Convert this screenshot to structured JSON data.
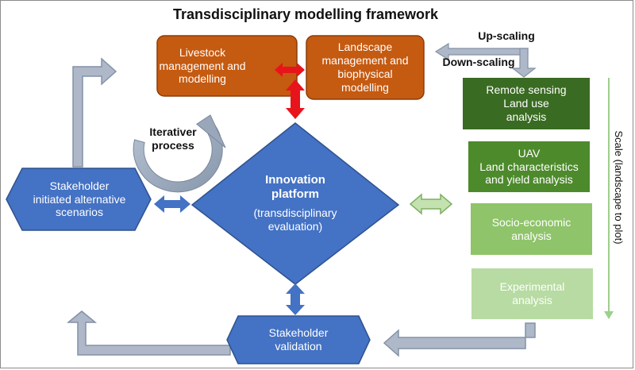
{
  "title": "Transdisciplinary modelling framework",
  "boxes": {
    "livestock": "Livestock\nmanagement and\nmodelling",
    "landscape": "Landscape\nmanagement and\nbiophysical\nmodelling",
    "remote_sensing": "Remote sensing\nLand use\nanalysis",
    "uav": "UAV\nLand characteristics\nand yield analysis",
    "socio_economic": "Socio-economic\nanalysis",
    "experimental": "Experimental\nanalysis"
  },
  "scaling": {
    "up": "Up-scaling",
    "down": "Down-scaling"
  },
  "iterative": "Iterativer\nprocess",
  "platform": {
    "title": "Innovation\nplatform",
    "subtitle": "(transdisciplinary\nevaluation)"
  },
  "stakeholder_scenarios": "Stakeholder\ninitiated alternative\nscenarios",
  "stakeholder_validation": "Stakeholder\nvalidation",
  "scale_label": "Scale (landscape to plot)",
  "colors": {
    "orange": "#c55a11",
    "blue": "#4472c4",
    "red": "#e8141c",
    "green_dark": "#3a6b22",
    "green_mid": "#4d8a2c",
    "green_light": "#8fc46a",
    "green_pale": "#b7dba2",
    "gray_arrow": "#aeb8c8"
  }
}
